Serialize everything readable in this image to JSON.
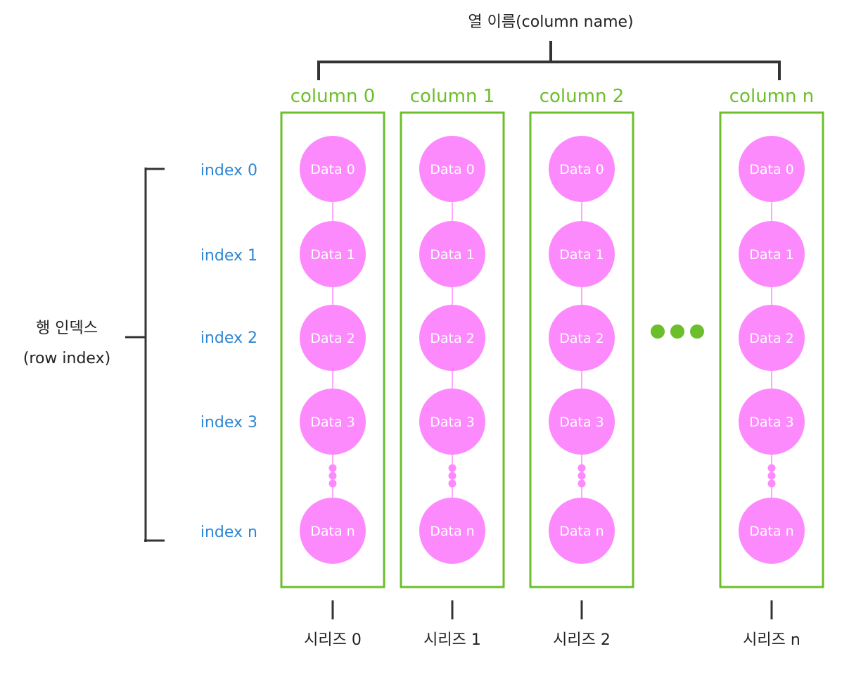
{
  "top_label": "열 이름(column name)",
  "row_label_line1": "행 인덱스",
  "row_label_line2": "(row index)",
  "index_labels": [
    "index 0",
    "index 1",
    "index 2",
    "index 3",
    "index n"
  ],
  "columns": [
    {
      "header": "column 0",
      "series": "시리즈 0",
      "data": [
        "Data 0",
        "Data 1",
        "Data 2",
        "Data 3",
        "Data n"
      ]
    },
    {
      "header": "column 1",
      "series": "시리즈 1",
      "data": [
        "Data 0",
        "Data 1",
        "Data 2",
        "Data 3",
        "Data n"
      ]
    },
    {
      "header": "column 2",
      "series": "시리즈 2",
      "data": [
        "Data 0",
        "Data 1",
        "Data 2",
        "Data 3",
        "Data n"
      ]
    },
    {
      "header": "column n",
      "series": "시리즈 n",
      "data": [
        "Data 0",
        "Data 1",
        "Data 2",
        "Data 3",
        "Data n"
      ]
    }
  ],
  "colors": {
    "column_green": "#6cbf2a",
    "data_pink": "#fd8afd",
    "index_blue": "#2e86d6",
    "bracket_dark": "#333333",
    "text_dark": "#222222"
  }
}
